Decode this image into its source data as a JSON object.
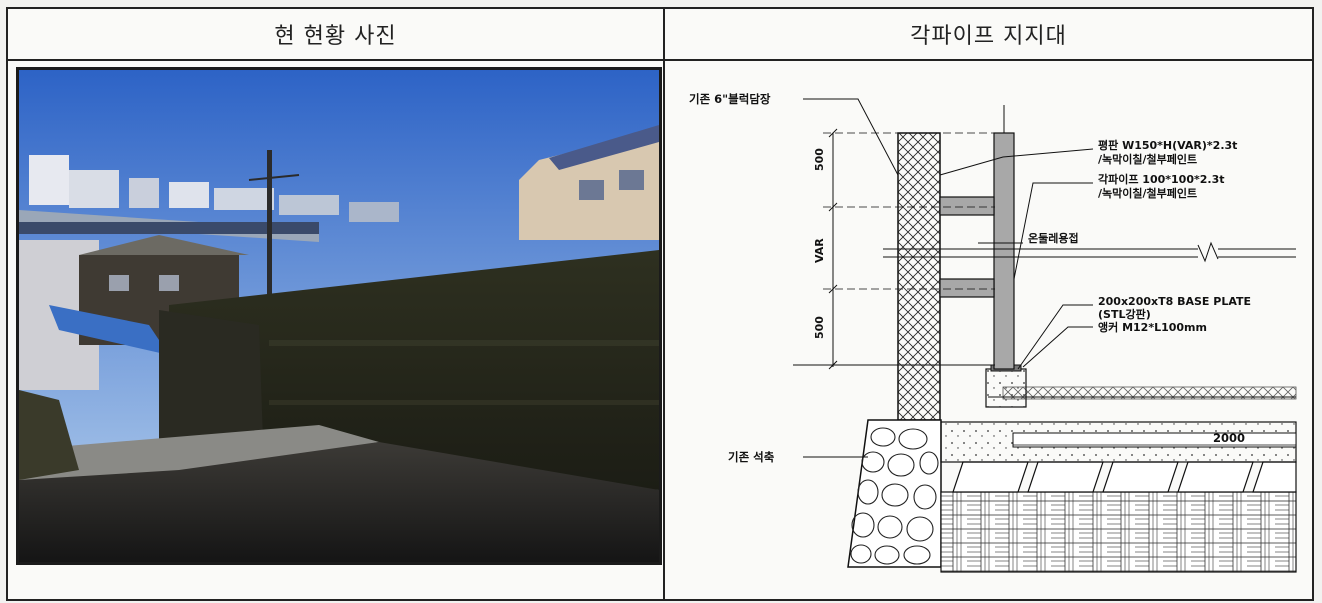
{
  "left_panel": {
    "header": "현 현황 사진"
  },
  "right_panel": {
    "header": "각파이프 지지대",
    "labels": {
      "existing_wall": "기존 6\"블럭담장",
      "plate_line1": "평판 W150*H(VAR)*2.3t",
      "plate_line2": "/녹막이칠/철부페인트",
      "pipe_line1": "각파이프 100*100*2.3t",
      "pipe_line2": "/녹막이칠/철부페인트",
      "weld": "온둘레용접",
      "dim_top": "500",
      "dim_mid": "VAR",
      "dim_bottom": "500",
      "base_plate_line1": "200x200xT8 BASE PLATE",
      "base_plate_line2": "(STL강판)",
      "anchor": "앵커 M12*L100mm",
      "existing_stone": "기존 석축",
      "dim_2000": "2000"
    }
  }
}
